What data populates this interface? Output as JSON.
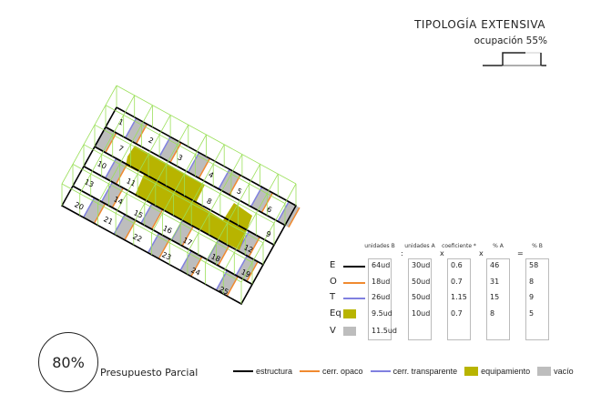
{
  "title": "TIPOLOGÍA EXTENSIVA",
  "subtitle": "ocupación 55%",
  "percent": "80%",
  "budget_label": "Presupuesto Parcial",
  "colors": {
    "estructura": "#000000",
    "opaco": "#f08a30",
    "transparente": "#8080e0",
    "equipamiento": "#b8b400",
    "vacio": "#bdbdbd",
    "wire": "#9be05a"
  },
  "cells": [
    "1",
    "2",
    "3",
    "4",
    "5",
    "6",
    "7",
    "8",
    "9",
    "10",
    "11",
    "12",
    "13",
    "14",
    "15",
    "16",
    "17",
    "18",
    "19",
    "20",
    "21",
    "22",
    "23",
    "24",
    "25"
  ],
  "table": {
    "headers": {
      "b": "unidades B",
      "a": "unidades A",
      "coef": "coeficiente *",
      "pa": "% A",
      "pb": "% B"
    },
    "ops": {
      "colon": ":",
      "x1": "x",
      "x2": "x",
      "eq": "="
    },
    "rows": [
      {
        "label": "E",
        "b": "64ud",
        "a": "30ud",
        "coef": "0.6",
        "pa": "46",
        "pb": "58"
      },
      {
        "label": "O",
        "b": "18ud",
        "a": "50ud",
        "coef": "0.7",
        "pa": "31",
        "pb": "8"
      },
      {
        "label": "T",
        "b": "26ud",
        "a": "50ud",
        "coef": "1.15",
        "pa": "15",
        "pb": "9"
      },
      {
        "label": "Eq",
        "b": "9.5ud",
        "a": "10ud",
        "coef": "0.7",
        "pa": "8",
        "pb": "5"
      },
      {
        "label": "V",
        "b": "11.5ud",
        "a": "",
        "coef": "",
        "pa": "",
        "pb": ""
      }
    ]
  },
  "legend": [
    "estructura",
    "cerr. opaco",
    "cerr. transparente",
    "equipamiento",
    "vacío"
  ]
}
